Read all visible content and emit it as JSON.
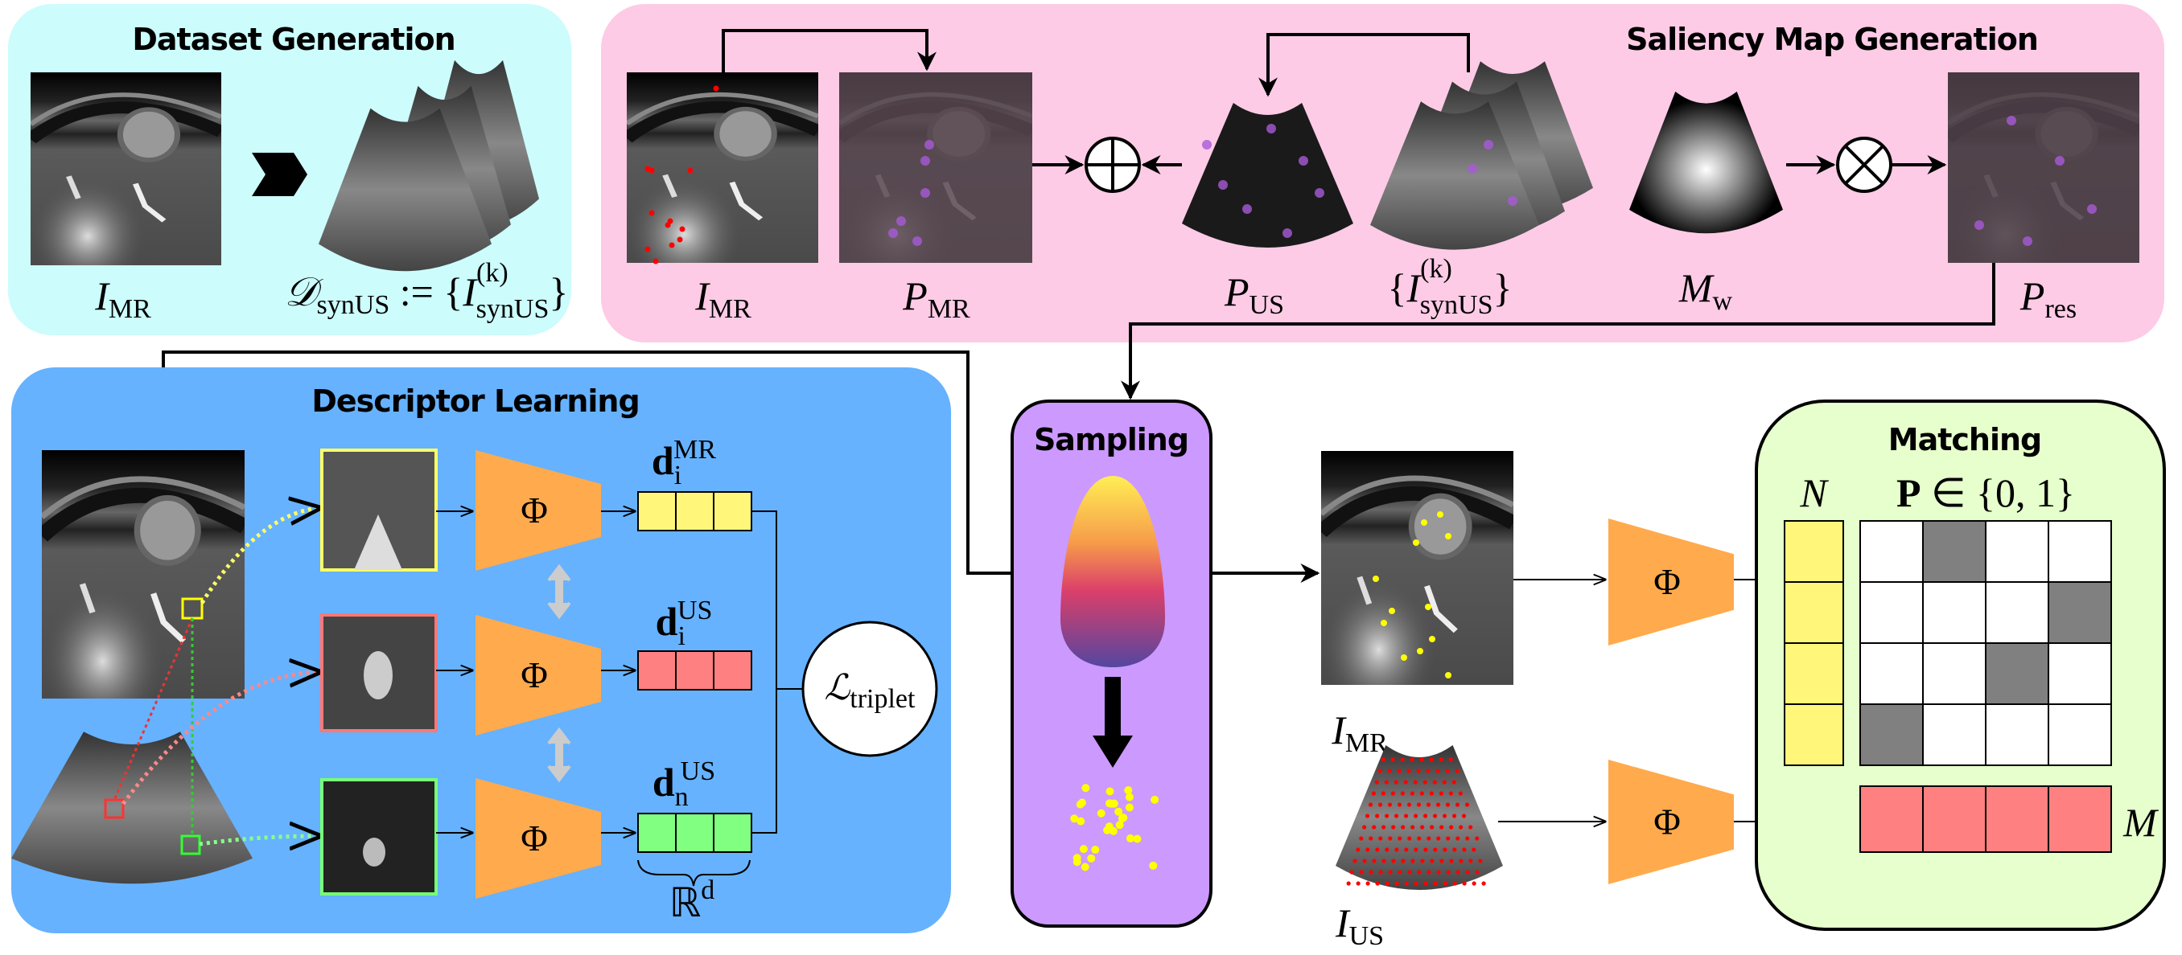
{
  "panels": {
    "dataset": {
      "title": "Dataset Generation",
      "color": "#ccfcfc"
    },
    "saliency": {
      "title": "Saliency Map Generation",
      "color": "#fdcbe6"
    },
    "descriptor": {
      "title": "Descriptor Learning",
      "color": "#66b2ff"
    },
    "sampling": {
      "title": "Sampling",
      "color": "#cc99ff"
    },
    "matching": {
      "title": "Matching",
      "color": "#e6ffcc"
    }
  },
  "labels": {
    "i_mr": {
      "base": "I",
      "sub": "MR"
    },
    "d_synus": {
      "base": "𝒟",
      "sub": "synUS",
      "rest": " := {",
      "base2": "I",
      "sup2": "(k)",
      "sub2": "synUS",
      "close": "}"
    },
    "p_mr": {
      "base": "P",
      "sub": "MR"
    },
    "p_us": {
      "base": "P",
      "sub": "US"
    },
    "synus_set": {
      "open": "{",
      "base": "I",
      "sup": "(k)",
      "sub": "synUS",
      "close": "}"
    },
    "m_w": {
      "base": "M",
      "sub": "w"
    },
    "p_res": {
      "base": "P",
      "sub": "res"
    },
    "i_us": {
      "base": "I",
      "sub": "US"
    },
    "d_mr": {
      "base": "d",
      "sub": "i",
      "sup": "MR"
    },
    "d_us_i": {
      "base": "d",
      "sub": "i",
      "sup": "US"
    },
    "d_us_n": {
      "base": "d",
      "sub": "n",
      "sup": "US"
    },
    "l_triplet": {
      "base": "ℒ",
      "sub": "triplet"
    },
    "r_d": {
      "base": "ℝ",
      "sup": "d"
    },
    "phi": "Φ",
    "n": "N",
    "m": "M",
    "p_set": {
      "base": "P",
      "rest": " ∈ {0, 1}"
    },
    "plus": "⊕",
    "times": "⊗"
  },
  "matching_matrix": [
    [
      0,
      1,
      0,
      0
    ],
    [
      0,
      0,
      0,
      1
    ],
    [
      0,
      0,
      1,
      0
    ],
    [
      1,
      0,
      0,
      0
    ]
  ],
  "colors": {
    "phi": "#ffaa4d",
    "mr_vec": "#fff67a",
    "us_vec": "#ff8080",
    "neg_vec": "#80ff80",
    "match_cell": "#808080"
  }
}
